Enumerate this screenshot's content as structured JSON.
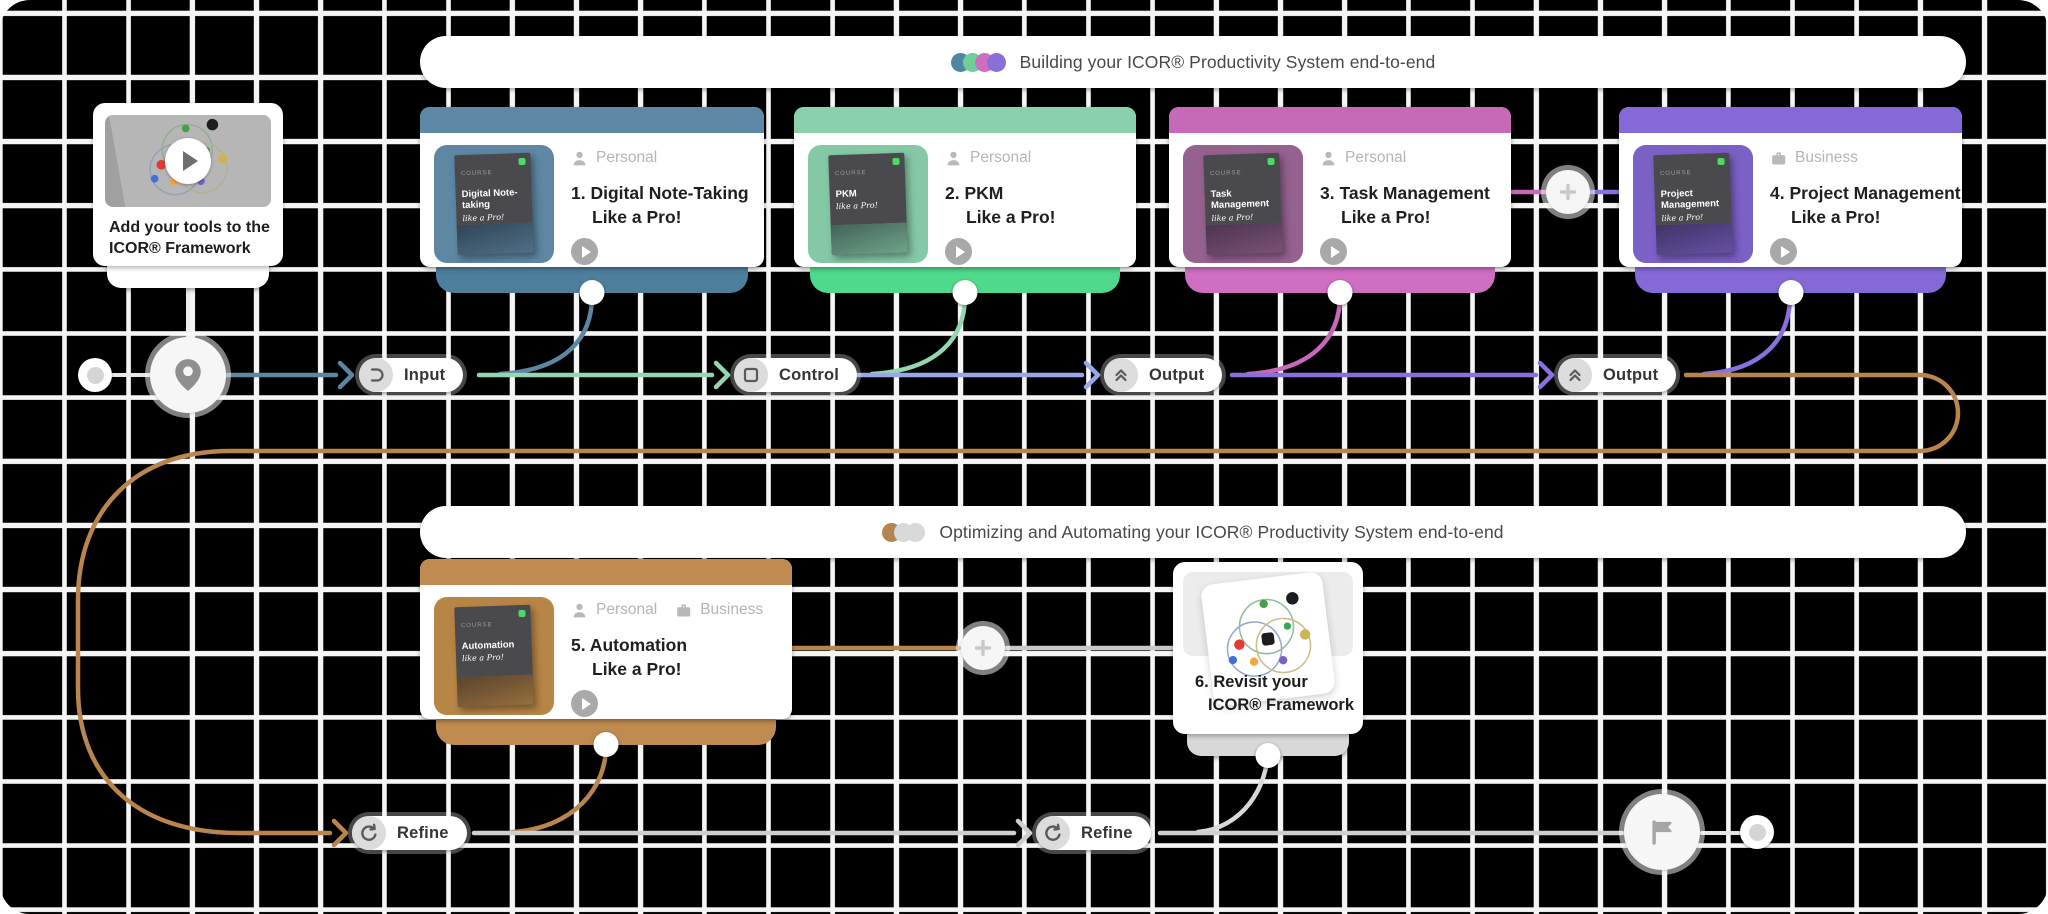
{
  "colors": {
    "bg": "#000000",
    "grid": "#f5f5f5",
    "blue": "#5d89a6",
    "blue-deep": "#4d7f9d",
    "blue-line": "#5b87a0",
    "green": "#8ad0ac",
    "green-bright": "#4fd98c",
    "green-line": "#93d6b0",
    "pink": "#c669b9",
    "pink-bright": "#d06ec3",
    "pink-line": "#c768ba",
    "purple": "#8569d9",
    "purple-line": "#8a70dc",
    "periwinkle": "#98a6ea",
    "brown": "#bf8b51",
    "brown-line": "#b9854c",
    "grey-line": "#cfcfcf",
    "light-line": "#e6e6e6",
    "white-line": "#ececec",
    "thumb-blue": "#5d87a2",
    "thumb-green": "#85c8a5",
    "thumb-pink": "#95618f",
    "thumb-purple": "#7b60c6",
    "thumb-brown": "#b78546",
    "cover-green-dot": "#4cd964",
    "dot-blue": "#4e87a4",
    "dot-green": "#6fcf98",
    "dot-pink": "#cf6ec1",
    "dot-purple": "#8a6fd8",
    "dot-brown": "#b5854f",
    "dot-grey": "#d9d9d9"
  },
  "banners": [
    {
      "label": "Building your ICOR® Productivity System end-to-end",
      "dots": [
        "#4e87a4",
        "#6fcf98",
        "#cf6ec1",
        "#8a6fd8"
      ]
    },
    {
      "label": "Optimizing and Automating your ICOR® Productivity System end-to-end",
      "dots": [
        "#b5854f",
        "#d9d9d9",
        "#d9d9d9"
      ]
    }
  ],
  "start_card": {
    "title_lines": [
      "Add your tools to the",
      "ICOR® Framework"
    ]
  },
  "revisit_card": {
    "title_lines": [
      "6. Revisit your",
      "ICOR® Framework"
    ]
  },
  "cards": [
    {
      "audience": [
        "Personal"
      ],
      "title_lines": [
        "1. Digital Note-Taking",
        "Like a Pro!"
      ],
      "cover": {
        "tag": "COURSE",
        "title": "Digital Note-taking",
        "script": "like a Pro!"
      }
    },
    {
      "audience": [
        "Personal"
      ],
      "title_lines": [
        "2. PKM",
        "Like a Pro!"
      ],
      "cover": {
        "tag": "COURSE",
        "title": "PKM",
        "script": "like a Pro!"
      }
    },
    {
      "audience": [
        "Personal"
      ],
      "title_lines": [
        "3. Task Management",
        "Like a Pro!"
      ],
      "cover": {
        "tag": "COURSE",
        "title": "Task Management",
        "script": "like a Pro!"
      }
    },
    {
      "audience": [
        "Business"
      ],
      "title_lines": [
        "4. Project Management",
        "Like a Pro!"
      ],
      "cover": {
        "tag": "COURSE",
        "title": "Project Management",
        "script": "like a Pro!"
      }
    },
    {
      "audience": [
        "Personal",
        "Business"
      ],
      "title_lines": [
        "5. Automation",
        "Like a Pro!"
      ],
      "cover": {
        "tag": "COURSE",
        "title": "Automation",
        "script": "like a Pro!"
      }
    }
  ],
  "nodes": {
    "input": "Input",
    "control": "Control",
    "output1": "Output",
    "output2": "Output",
    "refine1": "Refine",
    "refine2": "Refine"
  },
  "icons": {
    "start": "dot-icon",
    "milestone": "map-pin-icon",
    "input": "merge-icon",
    "control": "square-icon",
    "output": "double-chevron-up-icon",
    "refine": "rotate-cw-icon",
    "add": "plus-icon",
    "finish": "flag-icon",
    "end": "dot-icon",
    "personal": "person-icon",
    "business": "briefcase-icon",
    "play": "play-icon"
  }
}
